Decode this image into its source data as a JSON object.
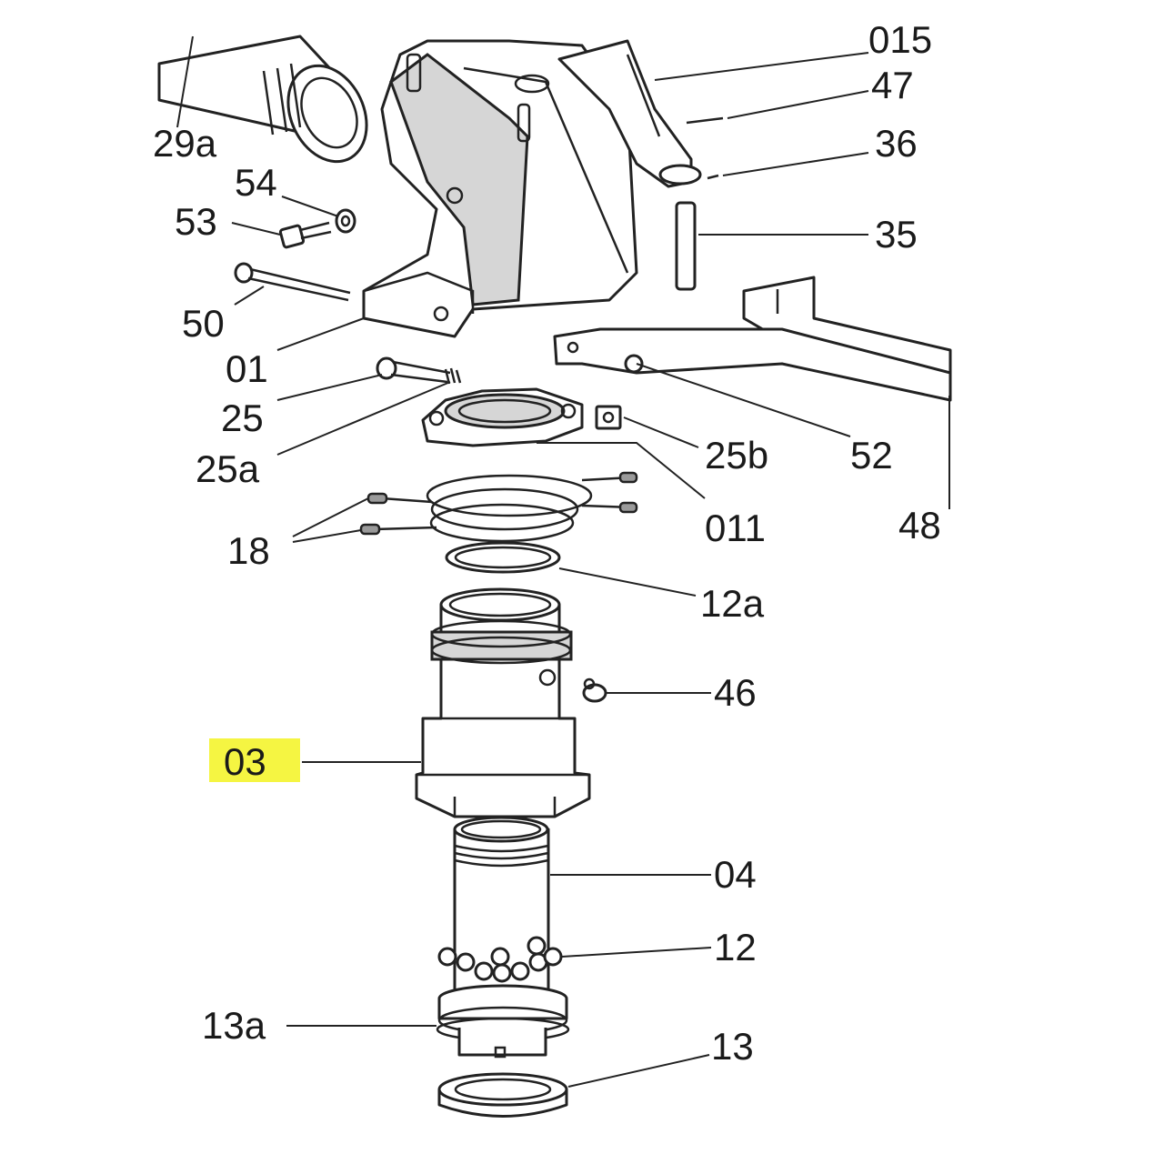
{
  "labels": {
    "p015": "015",
    "p47": "47",
    "p36": "36",
    "p35": "35",
    "p29a": "29a",
    "p54": "54",
    "p53": "53",
    "p50": "50",
    "p01": "01",
    "p25": "25",
    "p25a": "25a",
    "p25b": "25b",
    "p52": "52",
    "p011": "011",
    "p48": "48",
    "p18": "18",
    "p12a": "12a",
    "p46": "46",
    "p03": "03",
    "p04": "04",
    "p12": "12",
    "p13a": "13a",
    "p13": "13"
  },
  "highlight": {
    "part": "03",
    "color": "#f5f542"
  },
  "colors": {
    "line": "#222222",
    "background": "#ffffff"
  }
}
